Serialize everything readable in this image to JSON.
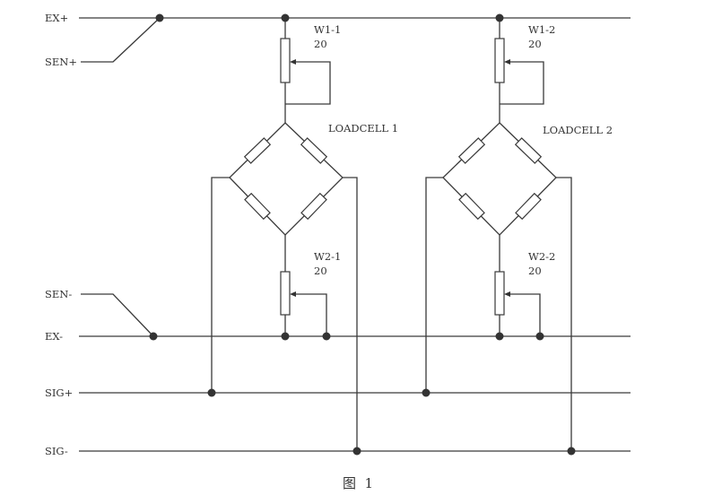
{
  "signals": {
    "ex_plus": "EX+",
    "sen_plus": "SEN+",
    "sen_minus": "SEN-",
    "ex_minus": "EX-",
    "sig_plus": "SIG+",
    "sig_minus": "SIG-"
  },
  "resistors": {
    "w1_1": {
      "name": "W1-1",
      "value": "20"
    },
    "w1_2": {
      "name": "W1-2",
      "value": "20"
    },
    "w2_1": {
      "name": "W2-1",
      "value": "20"
    },
    "w2_2": {
      "name": "W2-2",
      "value": "20"
    }
  },
  "loadcells": {
    "lc1": "LOADCELL 1",
    "lc2": "LOADCELL 2"
  },
  "caption": "图  1"
}
